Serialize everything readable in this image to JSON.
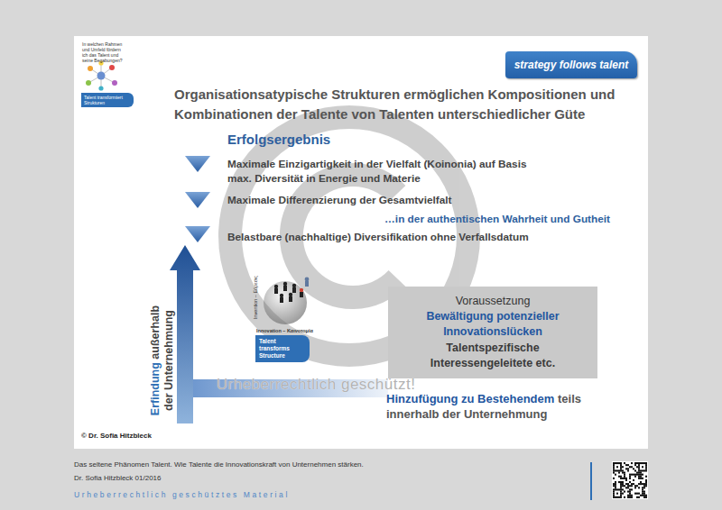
{
  "diagram": {
    "title": "Organisationsatypische Strukturen ermöglichen Kompositionen und Kombinationen der Talente von Talenten unterschiedlicher Güte",
    "caption": "Das seltene Phänomen Talent. Wie Talente die Innovationskraft von Unternehmen stärken.",
    "nodes": [
      {
        "text": [
          "Talent transformiert Strukturen"
        ]
      },
      {
        "text": [
          "strategy follows talent"
        ]
      },
      {
        "text": [
          "Talent transforms Structure"
        ]
      },
      {
        "text": [
          "Voraussetzung",
          "Bewältigung potenzieller Innovationslücken",
          "Talentspezifische Interessengeleitete etc."
        ]
      }
    ],
    "labels": [
      "In welchen Rahmen und Umfeld fördern ich das Talent und seine Begabungen?",
      "Erfolgsergebnis",
      "Maximale Einzigartigkeit in der Vielfalt (Koinonia) auf Basis max. Diversität in Energie und Materie",
      "Maximale Differenzierung der Gesamtvielfalt",
      "…in der authentischen Wahrheit und Gutheit",
      "Belastbare (nachhaltige) Diversifikation ohne Verfallsdatum",
      "Erfindung",
      "außerhalb der Unternehmung",
      "Invention – Εὕρεσις",
      "Innovation – Καινοτομία",
      "Urheberrechtlich geschützt!",
      "Hinzufügung zu Bestehendem",
      "teils innerhalb der Unternehmung",
      "© Dr. Sofia Hitzbleck",
      "Dr. Sofia Hitzbleck 01/2016",
      "Urheberrechtlich geschütztes Material"
    ]
  }
}
